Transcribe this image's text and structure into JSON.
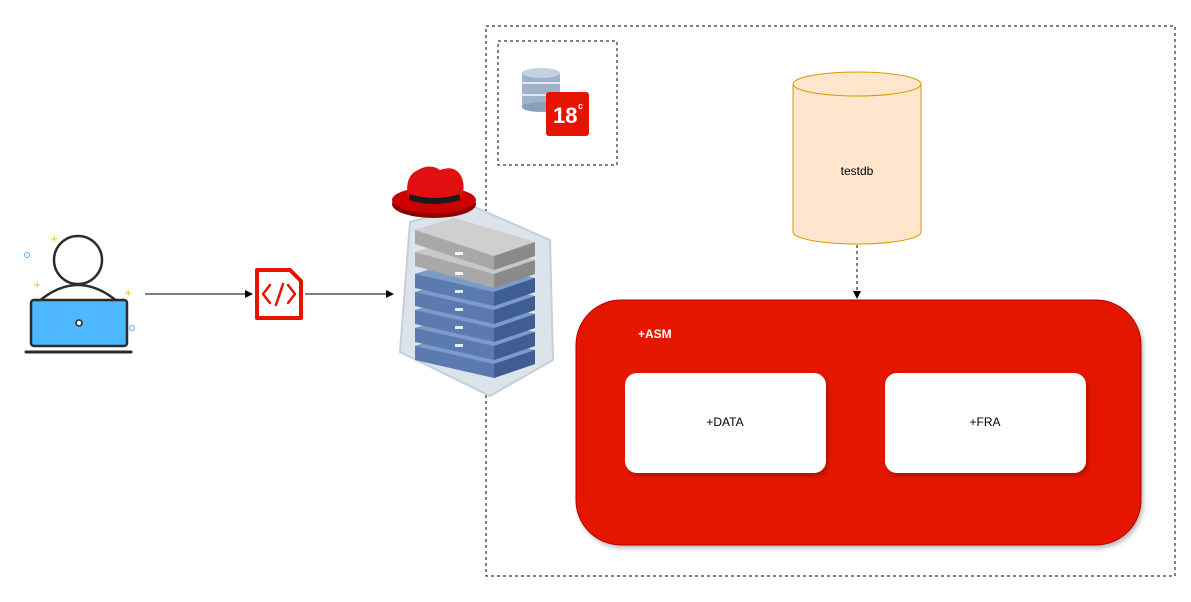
{
  "colors": {
    "asm_fill": "#e51400",
    "asm_stroke": "#b20000",
    "panel_fill": "#ffffff",
    "db_fill": "#ffe6cc",
    "db_stroke": "#d79b00",
    "user_screen": "#4db8ff",
    "code_icon": "#e51400",
    "hat": "#cc0000",
    "oracle_badge": "#e51400",
    "server_gray": "#9a9a9a",
    "server_blue": "#5b7bb0"
  },
  "icons": {
    "user": "laptop-user-icon",
    "code": "code-file-icon",
    "server": "server-stack-icon",
    "hat": "redhat-icon",
    "database": "oracle-database-icon"
  },
  "oracle_badge": {
    "text": "18",
    "superscript": "c"
  },
  "database": {
    "label": "testdb"
  },
  "asm": {
    "label": "+ASM",
    "groups": [
      {
        "label": "+DATA"
      },
      {
        "label": "+FRA"
      }
    ]
  }
}
